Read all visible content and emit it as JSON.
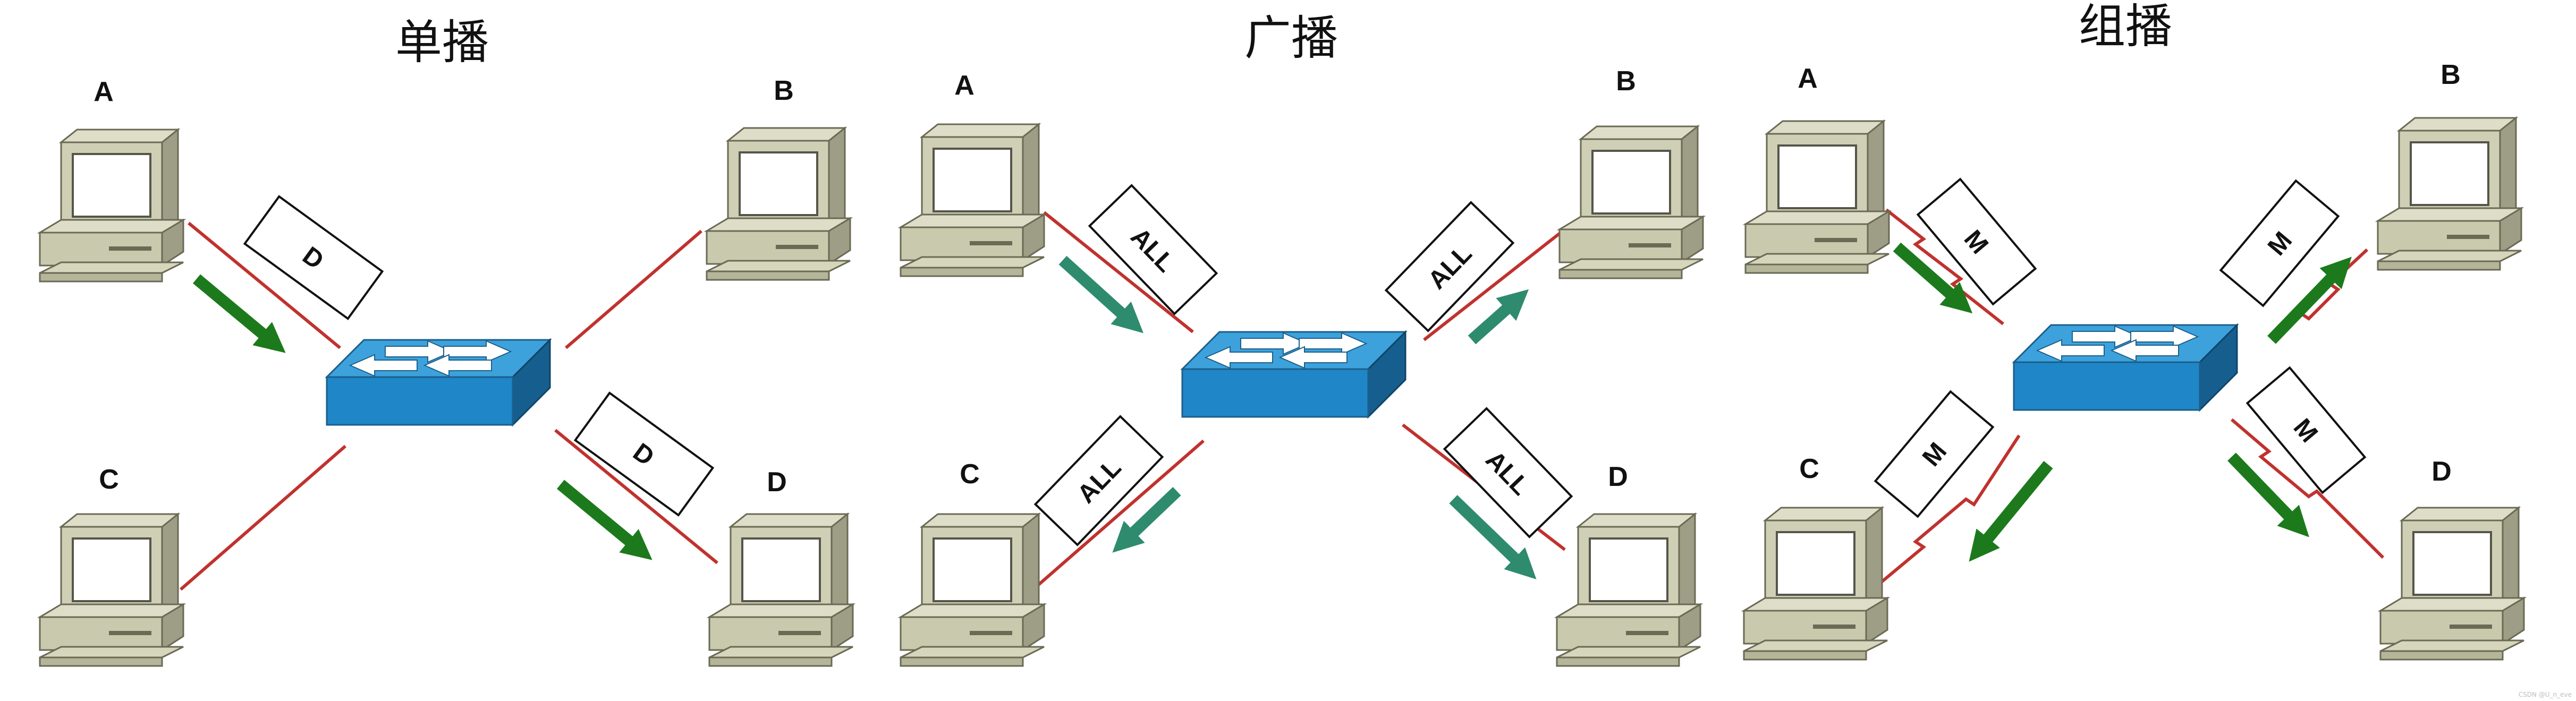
{
  "colors": {
    "link": "#c0322e",
    "arrow_unicast": "#1c7a1c",
    "arrow_broadcast": "#2e8b6e",
    "arrow_multicast": "#1c7a1c",
    "switch_top": "#2c8ec9",
    "switch_side": "#1a6a9d"
  },
  "panels": [
    {
      "title": "单播",
      "hosts": {
        "A": "A",
        "B": "B",
        "C": "C",
        "D": "D"
      },
      "packet_label": "D",
      "switch_icon": "network-switch-icon",
      "computer_icon": "desktop-computer-icon"
    },
    {
      "title": "广播",
      "hosts": {
        "A": "A",
        "B": "B",
        "C": "C",
        "D": "D"
      },
      "packet_label": "ALL",
      "switch_icon": "network-switch-icon",
      "computer_icon": "desktop-computer-icon"
    },
    {
      "title": "组播",
      "hosts": {
        "A": "A",
        "B": "B",
        "C": "C",
        "D": "D"
      },
      "packet_label": "M",
      "switch_icon": "network-switch-icon",
      "computer_icon": "desktop-computer-icon"
    }
  ],
  "watermark": "CSDN @U_n_eve"
}
